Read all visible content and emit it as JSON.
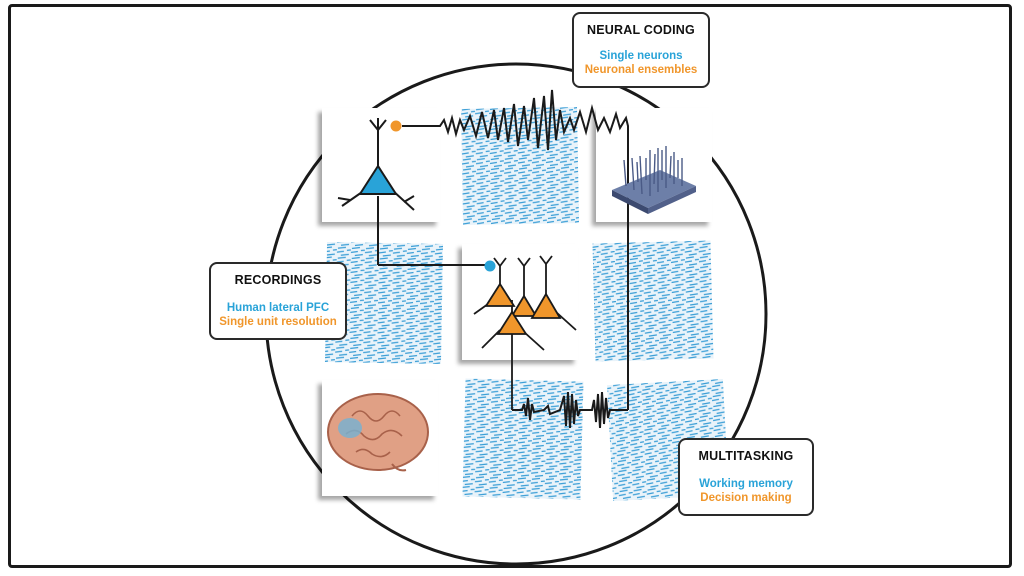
{
  "colors": {
    "blue": "#29a3d8",
    "orange": "#f0962b",
    "frame": "#1a1a1a",
    "tile_texture": "#3a9ed6"
  },
  "neural_coding": {
    "title": "NEURAL CODING",
    "line1": "Single neurons",
    "line2": "Neuronal ensembles"
  },
  "recordings": {
    "title": "RECORDINGS",
    "line1": "Human lateral PFC",
    "line2": "Single unit resolution"
  },
  "multitasking": {
    "title": "MULTITASKING",
    "line1": "Working memory",
    "line2": "Decision making"
  },
  "icons": [
    "single-neuron-icon",
    "electrode-array-icon",
    "neuron-ensemble-icon",
    "brain-icon",
    "spike-train-icon"
  ]
}
